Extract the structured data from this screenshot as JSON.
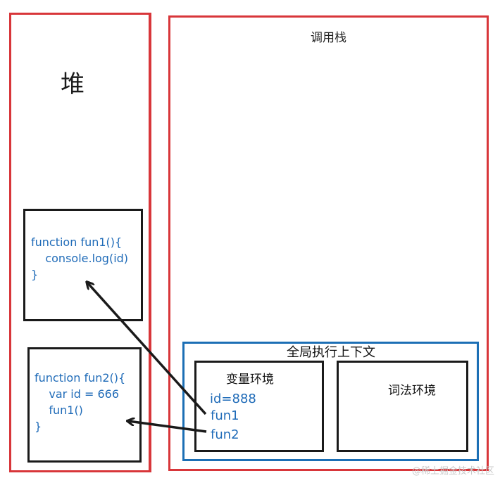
{
  "heap": {
    "title": "堆",
    "fun1_code": "function fun1(){\n    console.log(id)\n}",
    "fun2_code": "function fun2(){\n    var id = 666\n    fun1()\n}"
  },
  "call_stack": {
    "title": "调用栈",
    "global_context": {
      "title": "全局执行上下文",
      "variable_env": {
        "title": "变量环境",
        "items": [
          "id=888",
          "fun1",
          "fun2"
        ]
      },
      "lexical_env": {
        "title": "词法环境"
      }
    }
  },
  "watermark": "@稀土掘金技术社区",
  "colors": {
    "frame_red": "#d8363a",
    "context_blue": "#1c6fb5",
    "code_blue": "#1f6bb8",
    "box_black": "#1a1a1a"
  }
}
